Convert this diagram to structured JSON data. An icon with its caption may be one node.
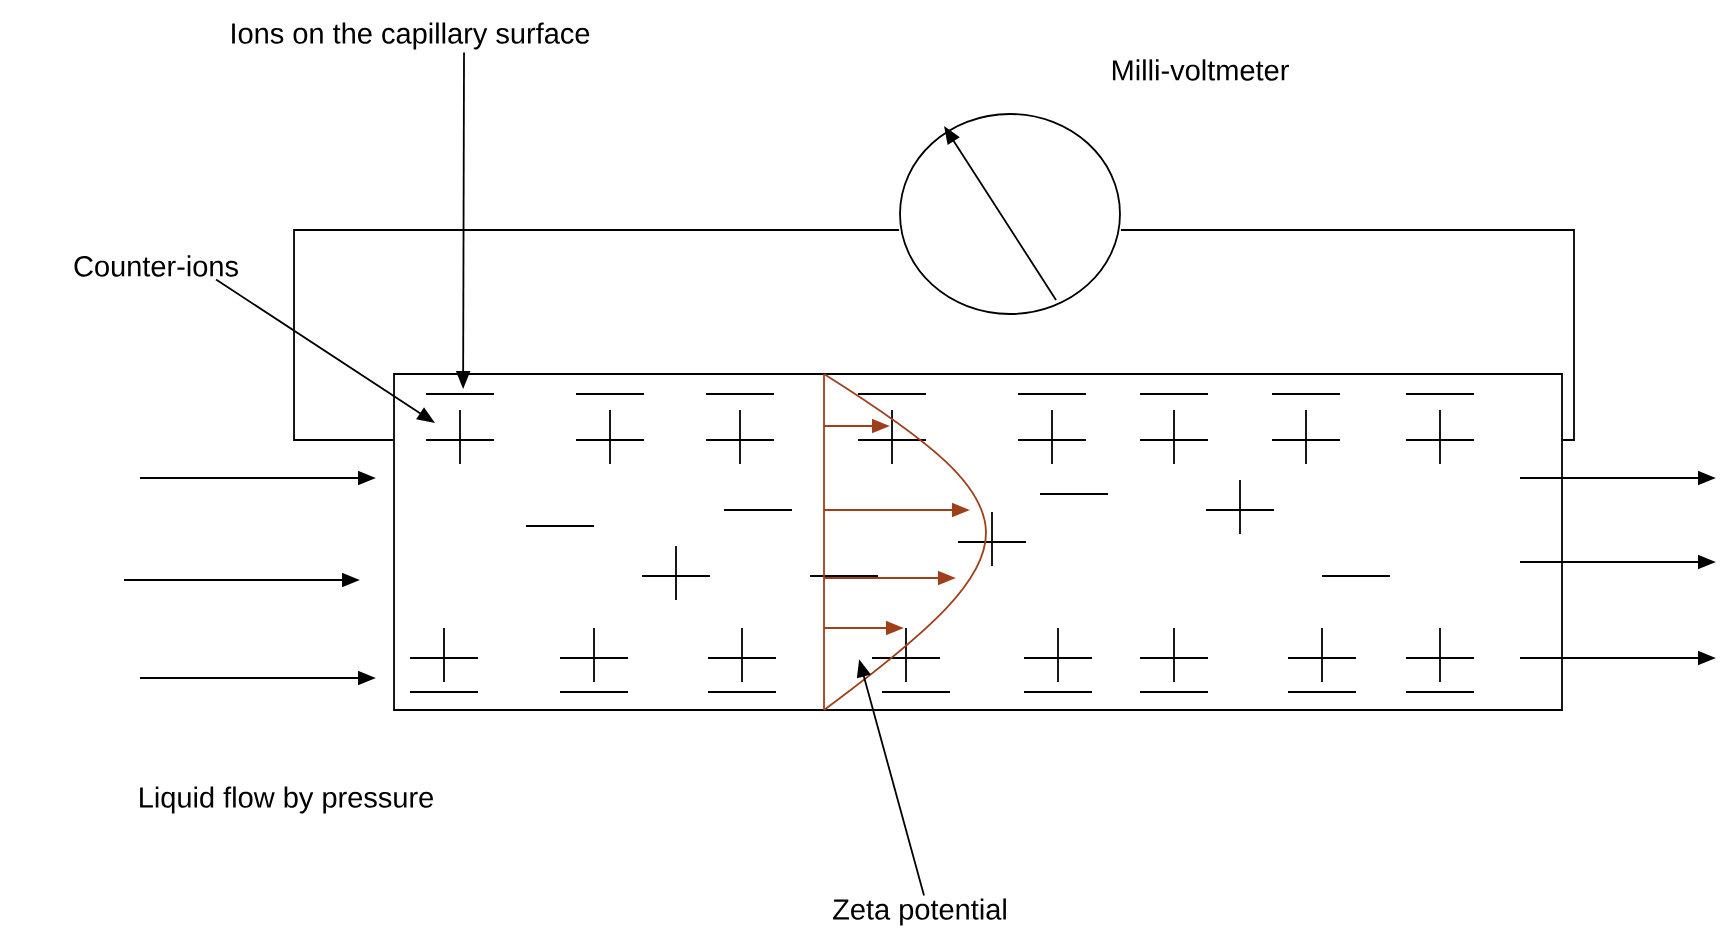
{
  "diagram": {
    "nodes": [
      {
        "text": [
          "Ions on the capillary surface"
        ]
      },
      {
        "text": [
          "Milli-voltmeter"
        ]
      },
      {
        "text": [
          "Counter-ions"
        ]
      },
      {
        "text": [],
        "shape": "box"
      },
      {
        "text": [
          "Zeta potential"
        ]
      }
    ],
    "edges": [
      {
        "from": 1,
        "to": 3,
        "arrow": "none"
      },
      {
        "from": 1,
        "to": 3,
        "arrow": "none"
      },
      {
        "from": 0,
        "to": 3,
        "arrow": "to"
      },
      {
        "from": 2,
        "to": 3,
        "arrow": "to"
      },
      {
        "from": 4,
        "to": 3,
        "arrow": "to"
      }
    ],
    "labels": [
      "Liquid flow by pressure"
    ]
  }
}
